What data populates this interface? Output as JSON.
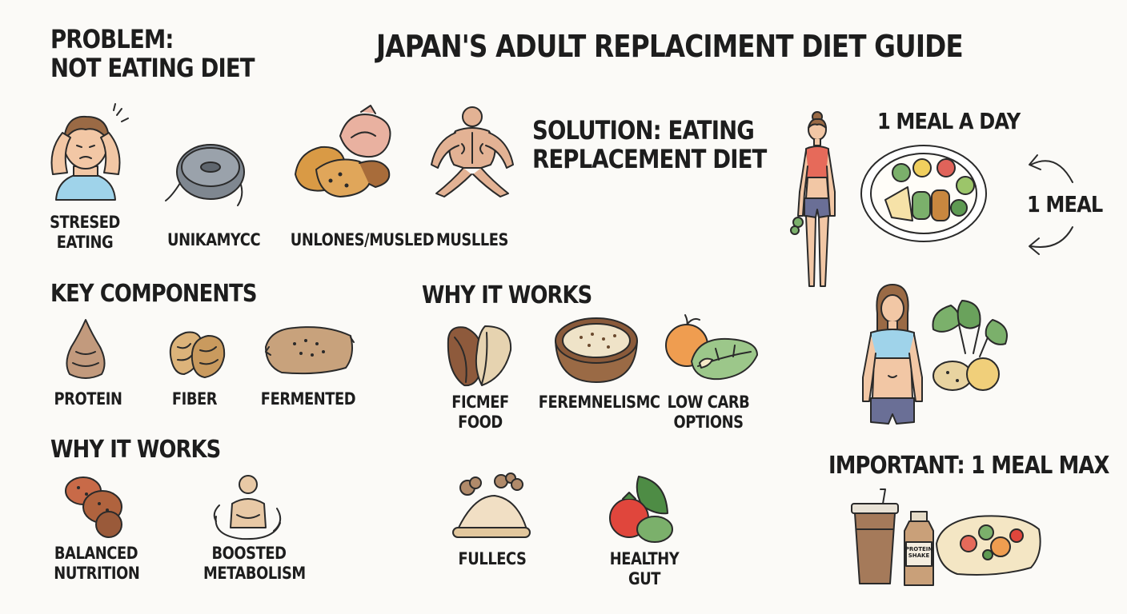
{
  "title": "JAPAN'S ADULT REPLACIMENT DIET GUIDE",
  "problem": {
    "heading": "PROBLEM:\nNOT EATING DIET",
    "items": [
      {
        "label": "STRESED\nEATING",
        "icon": "stressed-person-icon"
      },
      {
        "label": "UNIKAMYCC",
        "icon": "robot-vacuum-icon"
      },
      {
        "label": "UNLONES/MUSLED",
        "icon": "bread-and-meat-icon"
      },
      {
        "label": "MUSLLES",
        "icon": "muscle-figure-icon"
      }
    ]
  },
  "solution": {
    "heading": "SOLUTION: EATING\nREPLACEMENT DIET"
  },
  "meal_plan": {
    "heading": "1 MEAL A DAY",
    "cycle_label": "1 MEAL"
  },
  "key_components": {
    "heading": "KEY COMPONENTS",
    "items": [
      {
        "label": "PROTEIN",
        "icon": "protein-icon"
      },
      {
        "label": "FIBER",
        "icon": "fiber-icon"
      },
      {
        "label": "FERMENTED",
        "icon": "fermented-icon"
      }
    ]
  },
  "why_works_middle": {
    "heading": "WHY IT WORKS",
    "items": [
      {
        "label": "FICMEF\nFOOD",
        "icon": "leaf-food-icon"
      },
      {
        "label": "FEREMNELISMC",
        "icon": "bowl-icon"
      },
      {
        "label": "LOW CARB\nOPTIONS",
        "icon": "apple-leaf-icon"
      },
      {
        "label": "FULLECS",
        "icon": "fullness-icon"
      },
      {
        "label": "HEALTHY GUT",
        "icon": "vegetables-icon"
      }
    ]
  },
  "why_works_left": {
    "heading": "WHY IT WORKS",
    "items": [
      {
        "label": "BALANCED\nNUTRITION",
        "icon": "balanced-food-icon"
      },
      {
        "label": "BOOSTED\nMETABOLISM",
        "icon": "metabolism-figure-icon"
      }
    ]
  },
  "important": {
    "heading": "IMPORTANT: 1 MEAL MAX",
    "bottle_text": "PROTEIN\nSHAKE"
  },
  "colors": {
    "skin": "#f2c7a5",
    "hair": "#9a6a45",
    "tank_red": "#e66a5a",
    "tank_blue": "#9fd3ea",
    "shorts": "#6a6f96",
    "brown": "#b9865a",
    "green": "#7bb06b",
    "orange": "#ef9d50",
    "ink": "#2a2a2a"
  }
}
